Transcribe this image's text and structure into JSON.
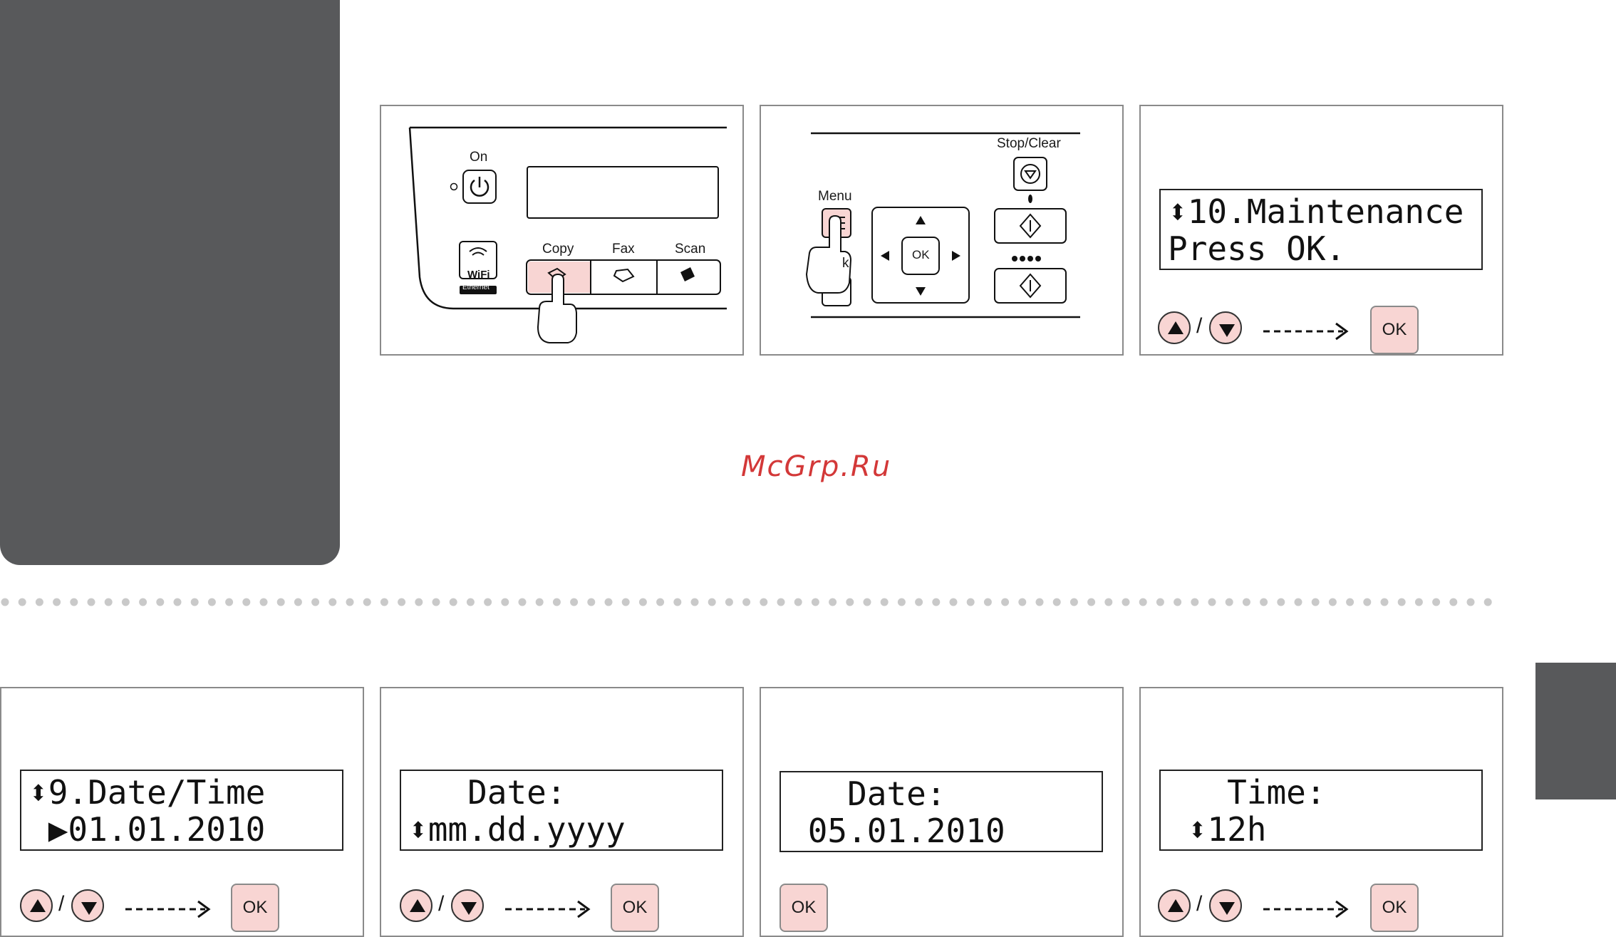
{
  "watermark": "McGrp.Ru",
  "panel1": {
    "on_label": "On",
    "wifi_label": "WiFi",
    "ethernet_label": "Ethernet",
    "copy_label": "Copy",
    "fax_label": "Fax",
    "scan_label": "Scan"
  },
  "panel2": {
    "stop_clear_label": "Stop/Clear",
    "menu_label": "Menu",
    "back_label": "k",
    "ok_label": "OK"
  },
  "screens": [
    {
      "line1": "10.Maintenance",
      "line2": "Press OK."
    },
    {
      "line1": "9.Date/Time",
      "line2": "01.01.2010"
    },
    {
      "line1": "   Date:",
      "line2": "mm.dd.yyyy"
    },
    {
      "line1": "   Date:",
      "line2": " 05.01.2010"
    },
    {
      "line1": "   Time:",
      "line2": "12h"
    }
  ],
  "buttons": {
    "ok": "OK",
    "separator": "/"
  },
  "colors": {
    "accent_pink": "#f8d5d3",
    "tab_gray": "#58595b",
    "watermark_red": "#d33838"
  }
}
